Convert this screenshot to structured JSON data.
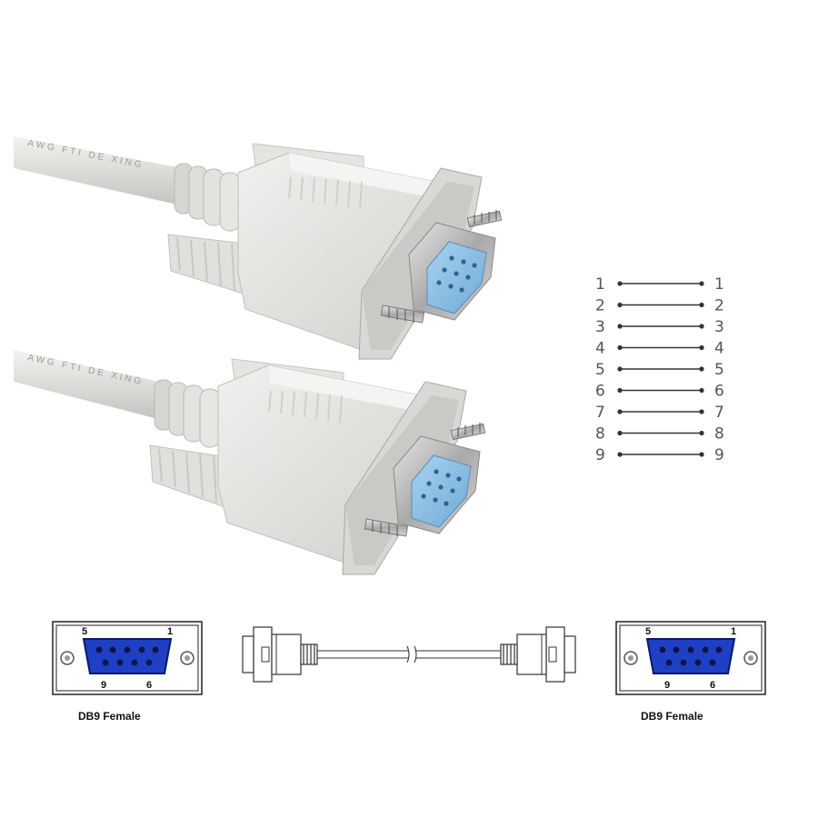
{
  "cable_print": "AWG FTI DE XING",
  "pinout": {
    "left_pins": [
      "1",
      "2",
      "3",
      "4",
      "5",
      "6",
      "7",
      "8",
      "9"
    ],
    "right_pins": [
      "1",
      "2",
      "3",
      "4",
      "5",
      "6",
      "7",
      "8",
      "9"
    ]
  },
  "connector_left": {
    "label": "DB9 Female",
    "pin_labels": {
      "top_left": "5",
      "top_right": "1",
      "bottom_left": "9",
      "bottom_right": "6"
    }
  },
  "connector_right": {
    "label": "DB9 Female",
    "pin_labels": {
      "top_left": "5",
      "top_right": "1",
      "bottom_left": "9",
      "bottom_right": "6"
    }
  },
  "colors": {
    "plastic": "#e3e3e0",
    "socket_blue": "#8fc3e6",
    "face_blue": "#1f3fc4",
    "metal": "#b8b8b8"
  }
}
